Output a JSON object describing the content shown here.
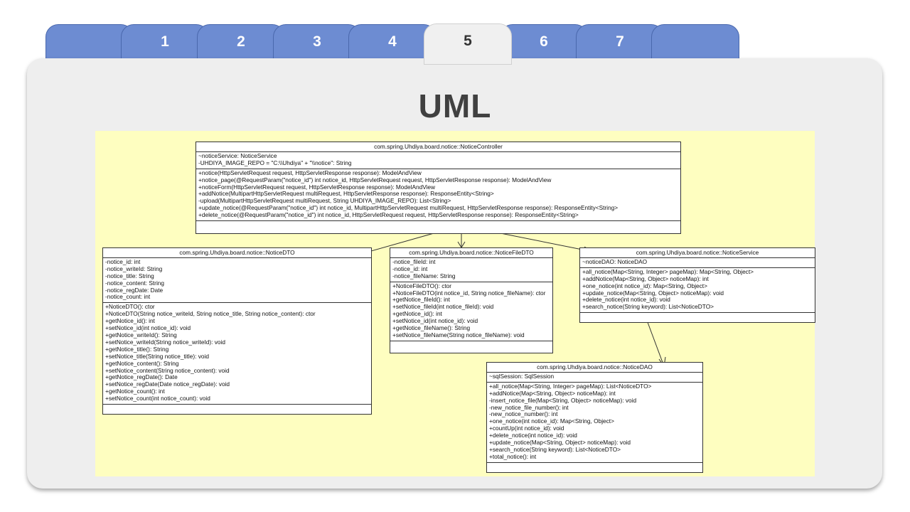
{
  "tabs": [
    "",
    "1",
    "2",
    "3",
    "4",
    "5",
    "6",
    "7",
    ""
  ],
  "active_tab": 5,
  "title": "UML",
  "classes": {
    "controller": {
      "name": "com.spring.Uhdiya.board.notice::NoticeController",
      "attributes": [
        "~noticeService: NoticeService",
        "-UHDIYA_IMAGE_REPO = \"C:\\\\Uhdiya\" + \"\\\\notice\": String"
      ],
      "methods": [
        "+notice(HttpServletRequest request, HttpServletResponse response): ModelAndView",
        "+notice_page(@RequestParam(\"notice_id\") int notice_id, HttpServletRequest request, HttpServletResponse response): ModelAndView",
        "+noticeForm(HttpServletRequest request, HttpServletResponse response): ModelAndView",
        "+addNotice(MultipartHttpServletRequest multiRequest, HttpServletResponse response): ResponseEntity<String>",
        "-upload(MultipartHttpServletRequest multiRequest, String UHDIYA_IMAGE_REPO): List<String>",
        "+update_notice(@RequestParam(\"notice_id\") int notice_id, MultipartHttpServletRequest multiRequest, HttpServletResponse response): ResponseEntity<String>",
        "+delete_notice(@RequestParam(\"notice_id\") int notice_id, HttpServletRequest request, HttpServletResponse response): ResponseEntity<String>"
      ]
    },
    "dto": {
      "name": "com.spring.Uhdiya.board.notice::NoticeDTO",
      "attributes": [
        "-notice_id: int",
        "-notice_writeId: String",
        "-notice_title: String",
        "-notice_content: String",
        "-notice_regDate: Date",
        "-notice_count: int"
      ],
      "methods": [
        "+NoticeDTO(): ctor",
        "+NoticeDTO(String notice_writeId, String notice_title, String notice_content): ctor",
        "+getNotice_id(): int",
        "+setNotice_id(int notice_id): void",
        "+getNotice_writeId(): String",
        "+setNotice_writeId(String notice_writeId): void",
        "+getNotice_title(): String",
        "+setNotice_title(String notice_title): void",
        "+getNotice_content(): String",
        "+setNotice_content(String notice_content): void",
        "+getNotice_regDate(): Date",
        "+setNotice_regDate(Date notice_regDate): void",
        "+getNotice_count(): int",
        "+setNotice_count(int notice_count): void"
      ]
    },
    "filedto": {
      "name": "com.spring.Uhdiya.board.notice::NoticeFileDTO",
      "attributes": [
        "-notice_fileId: int",
        "-notice_id: int",
        "-notice_fileName: String"
      ],
      "methods": [
        "+NoticeFileDTO(): ctor",
        "+NoticeFileDTO(int notice_id, String notice_fileName): ctor",
        "+getNotice_fileId(): int",
        "+setNotice_fileId(int notice_fileId): void",
        "+getNotice_id(): int",
        "+setNotice_id(int notice_id): void",
        "+getNotice_fileName(): String",
        "+setNotice_fileName(String notice_fileName): void"
      ]
    },
    "service": {
      "name": "com.spring.Uhdiya.board.notice::NoticeService",
      "attributes": [
        "~noticeDAO: NoticeDAO"
      ],
      "methods": [
        "+all_notice(Map<String, Integer> pageMap): Map<String, Object>",
        "+addNotice(Map<String, Object> noticeMap): int",
        "+one_notice(int notice_id): Map<String, Object>",
        "+update_notice(Map<String, Object> noticeMap): void",
        "+delete_notice(int notice_id): void",
        "+search_notice(String keyword): List<NoticeDTO>"
      ]
    },
    "dao": {
      "name": "com.spring.Uhdiya.board.notice::NoticeDAO",
      "attributes": [
        "~sqlSession: SqlSession"
      ],
      "methods": [
        "+all_notice(Map<String, Integer> pageMap): List<NoticeDTO>",
        "+addNotice(Map<String, Object> noticeMap): int",
        "-insert_notice_file(Map<String, Object> noticeMap): void",
        "-new_notice_file_number(): int",
        "-new_notice_number(): int",
        "+one_notice(int notice_id): Map<String, Object>",
        "+countUp(int notice_id): void",
        "+delete_notice(int notice_id): void",
        "+update_notice(Map<String, Object> noticeMap): void",
        "+search_notice(String keyword): List<NoticeDTO>",
        "+total_notice(): int"
      ]
    }
  },
  "colors": {
    "tab": "#6d8cd2",
    "tab_active": "#f0f0f0",
    "panel": "#eeeeee",
    "diagram_bg": "#fefec0",
    "title": "#404040"
  }
}
